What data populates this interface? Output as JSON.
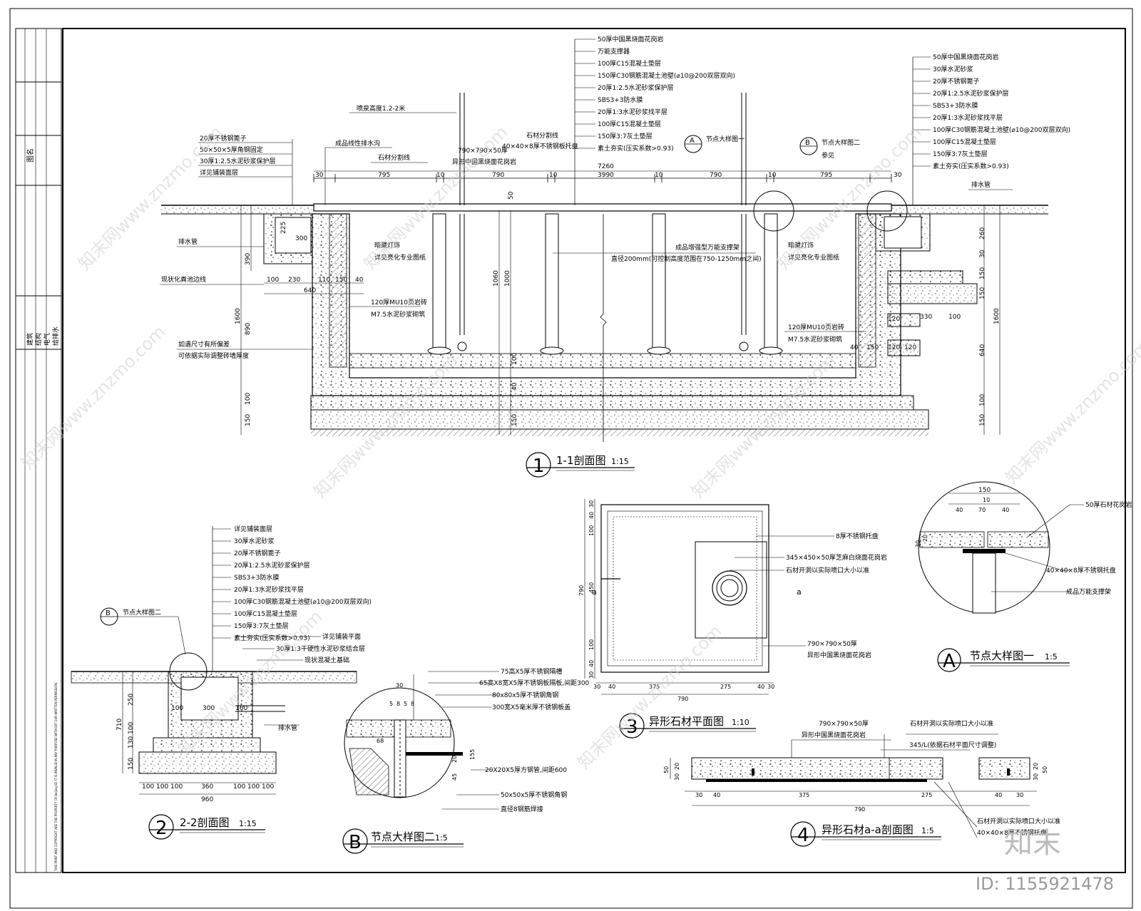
{
  "watermark": "知末网www.znzmo.com",
  "brand": "知末",
  "id_label": "ID: 1155921478",
  "titleblock": {
    "title": "图名",
    "disciplines": [
      "建筑",
      "结构",
      "电气",
      "给排水"
    ],
    "copyright": "THIS PRINT AND COPYRIGHT ARE THE PROPERTY OF Beijing ID. IT IS INVALID IN ANY PURPOSE WITHOUT OUR WRITTEN PERMISSION."
  },
  "section11": {
    "num": "1",
    "title": "1-1剖面图",
    "scale": "1:15",
    "fountain_height": "喷泉高度1.2-2米",
    "layers_mid": [
      "50厚中国黑烧面花岗岩",
      "万能支撑器",
      "100厚C15混凝土垫层",
      "150厚C30钢筋混凝土池壁(⌀10@200双层双向)",
      "20厚1:2.5水泥砂浆保护层",
      "SBS3+3防水膜",
      "20厚1:3水泥砂浆找平层",
      "100厚C15混凝土垫层",
      "150厚3:7灰土垫层",
      "素土夯实(压实系数>0.93)"
    ],
    "layers_right": [
      "50厚中国黑烧面花岗岩",
      "30厚水泥砂浆",
      "20厚不锈钢篦子",
      "20厚1:2.5水泥砂浆保护层",
      "SBS3+3防水膜",
      "20厚1:3水泥砂浆找平层",
      "100厚C30钢筋混凝土池壁(⌀10@200双层双向)",
      "100厚C15混凝土垫层",
      "150厚3:7灰土垫层",
      "素土夯实(压实系数>0.93)"
    ],
    "left_notes": [
      "20厚不锈钢篦子",
      "50×50×5厚角钢固定",
      "30厚1:2.5水泥砂浆保护层",
      "详见铺装面层"
    ],
    "drain_note": "成品线性排水沟",
    "stone_joint": "石材分割线",
    "stone_joint2": "石材分割线",
    "special_stone": "异形中国黑烧面花岗岩",
    "steel_tray": "40×40×8厚不锈钢板托盘",
    "stone_size": "790×790×50厚",
    "node_a": "节点大样图一",
    "node_b": "节点大样图二",
    "see": "参见",
    "drain_pipe": "排水管",
    "drain_pipe_left": "排水管",
    "existing_pool": "现状化粪池边线",
    "light_l": [
      "暗藏灯饰",
      "详见亮化专业图纸"
    ],
    "light_r": [
      "暗藏灯饰",
      "详见亮化专业图纸"
    ],
    "support": "成品增强型万能支撑架",
    "support_note": "直径200mm(可控制高度范围在750-1250mm之间)",
    "brick_l": [
      "120厚MU10页岩砖",
      "M7.5水泥砂浆砌筑"
    ],
    "brick_r": [
      "120厚MU10页岩砖",
      "M7.5水泥砂浆砌筑"
    ],
    "deviation": [
      "如遇尺寸有所偏差",
      "可依据实际调整砖墙厚度"
    ],
    "dims_top": [
      "30",
      "795",
      "10",
      "790",
      "10",
      "3990",
      "10",
      "790",
      "10",
      "795",
      "30"
    ],
    "total": "7260",
    "dims_left_v": [
      "390",
      "1600",
      "890",
      "100",
      "150"
    ],
    "dims_left_h": [
      "100",
      "230",
      "110",
      "150",
      "40",
      "640"
    ],
    "dims_mid_v": [
      "1060",
      "1000",
      "100",
      "40",
      "150"
    ],
    "dims_right_v": [
      "260",
      "30",
      "150",
      "150",
      "1600",
      "640",
      "100",
      "150"
    ],
    "dims_right_h": [
      "330",
      "100",
      "120",
      "120",
      "40",
      "150",
      "120"
    ],
    "dim_225": "225",
    "dim_300": "300",
    "dim_50": "50",
    "mark_a": "A",
    "mark_b": "B"
  },
  "section22": {
    "num": "2",
    "title": "2-2剖面图",
    "scale": "1:15",
    "layers": [
      "详见铺装面层",
      "30厚水泥砂浆",
      "20厚不锈钢篦子",
      "20厚1:2.5水泥砂浆保护层",
      "SBS3+3防水膜",
      "20厚1:3水泥砂浆找平层",
      "100厚C30钢筋混凝土池壁(⌀10@200双层双向)",
      "100厚C15混凝土垫层",
      "150厚3:7灰土垫层",
      "素土夯实(压实系数>0.93)"
    ],
    "right_notes": [
      "详见铺装平面",
      "30厚1:3干硬性水泥砂浆结合层",
      "现状混凝土基础"
    ],
    "node_ref": "节点大样图二",
    "drain_pipe": "排水管",
    "dims_v": [
      "250",
      "710",
      "100",
      "130",
      "150"
    ],
    "dims_h": [
      "100",
      "100",
      "100",
      "360",
      "100",
      "100",
      "100"
    ],
    "total_h": "960",
    "dim_300": "300",
    "dim_100": "100",
    "dim_160": "160"
  },
  "nodeB": {
    "num": "B",
    "title": "节点大样图二",
    "scale": "1:5",
    "notes": [
      "75高X5厚不锈钢隔槽",
      "65高X8宽X5厚不锈钢板隔板,间距300",
      "80x80x5厚不锈钢角钢",
      "300宽X5毫米厚不锈钢板盖",
      "20X20X5厚方钢管,间距600",
      "50x50x5厚不锈钢角钢",
      "直径8钢筋焊接"
    ],
    "dims": [
      "30",
      "5",
      "8",
      "5",
      "8",
      "68",
      "155",
      "20",
      "45"
    ]
  },
  "plan3": {
    "num": "3",
    "title": "异形石材平面图",
    "scale": "1:10",
    "notes": [
      "8厚不锈钢托盘",
      "345×450×50厚芝麻白烧面花岗岩",
      "石材开洞以实际喷口大小以准",
      "790×790×50厚",
      "异形中国黑烧面花岗岩"
    ],
    "dims_v": [
      "30",
      "40",
      "100",
      "450",
      "100",
      "40",
      "30",
      "790"
    ],
    "dims_h": [
      "30",
      "40",
      "375",
      "275",
      "40",
      "30"
    ],
    "total": "790",
    "cut": "a"
  },
  "nodeA": {
    "num": "A",
    "title": "节点大样图一",
    "scale": "1:5",
    "notes": [
      "50厚石材花岗岩",
      "40×40×8厚不锈钢托盘",
      "成品万能支撑架"
    ],
    "dims": [
      "150",
      "10",
      "40",
      "70",
      "40",
      "30",
      "20"
    ]
  },
  "section4": {
    "num": "4",
    "title": "异形石材a-a剖面图",
    "scale": "1:5",
    "notes": [
      "790×790×50厚",
      "异形中国黑烧面花岗岩",
      "石材开洞以实际喷口大小以准",
      "345/L(依据石材平面尺寸调整)",
      "石材开洞以实际喷口大小以准",
      "40×40×8厚不锈钢托盘"
    ],
    "dims_h": [
      "30",
      "40",
      "375",
      "275",
      "40",
      "30"
    ],
    "total": "790",
    "dims_v": [
      "50",
      "20",
      "30"
    ]
  }
}
